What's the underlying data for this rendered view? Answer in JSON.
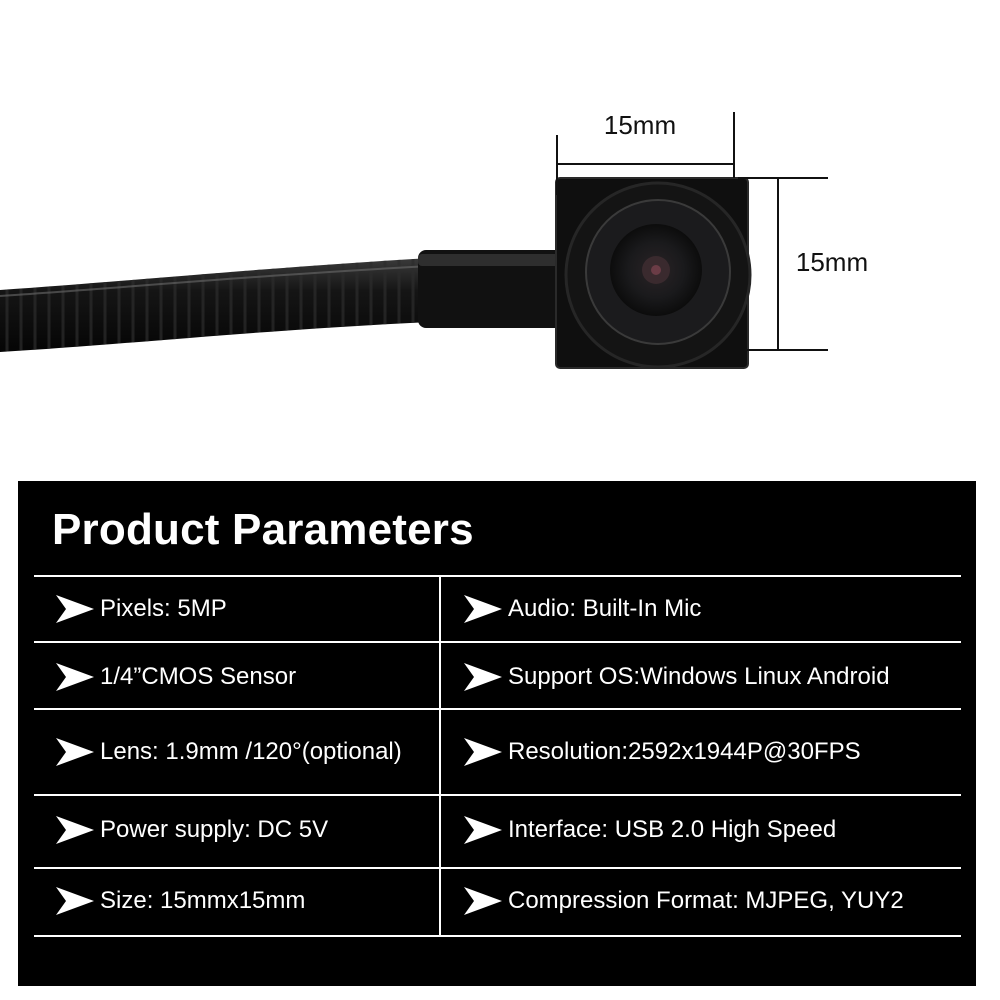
{
  "dimensions": {
    "width_label": "15mm",
    "height_label": "15mm"
  },
  "panel": {
    "title": "Product Parameters",
    "rows": [
      {
        "left": "Pixels: 5MP",
        "right": "Audio: Built-In Mic"
      },
      {
        "left": "1/4”CMOS Sensor",
        "right": "Support OS:Windows Linux Android"
      },
      {
        "left": "Lens: 1.9mm /120°(optional)",
        "right": "Resolution:2592x1944P@30FPS"
      },
      {
        "left": "Power supply: DC 5V",
        "right": "Interface: USB 2.0 High Speed"
      },
      {
        "left": "Size: 15mmx15mm",
        "right": "Compression Format: MJPEG, YUY2"
      }
    ]
  }
}
